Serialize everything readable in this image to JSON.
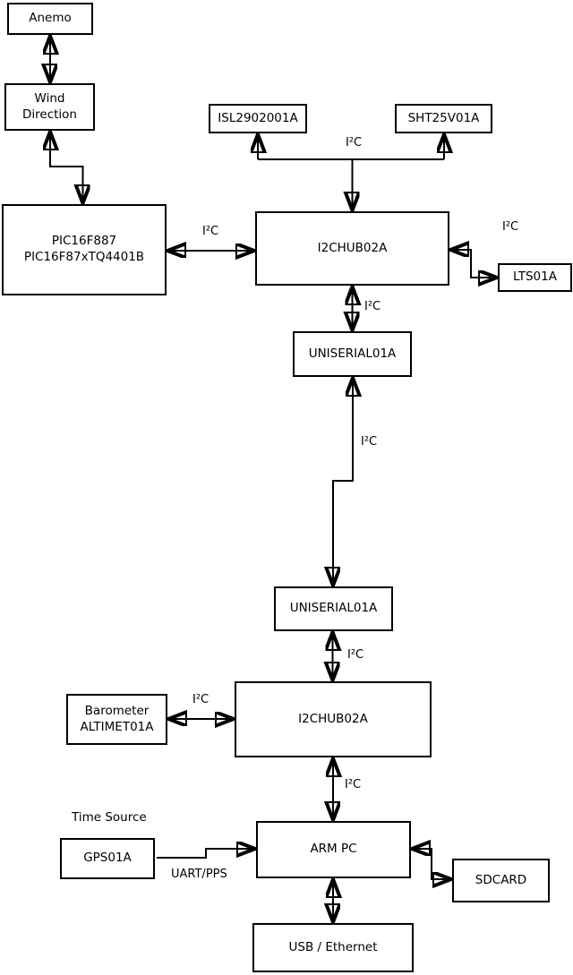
{
  "diagram": {
    "colors": {
      "background": "#ffffff",
      "line": "#000000",
      "node_fill": "#ffffff",
      "node_border": "#000000"
    },
    "nodes": {
      "anemo": {
        "label": "Anemo"
      },
      "wind": {
        "label": "Wind\nDirection"
      },
      "pic": {
        "label": "PIC16F887\nPIC16F87xTQ4401B"
      },
      "isl": {
        "label": "ISL2902001A"
      },
      "sht": {
        "label": "SHT25V01A"
      },
      "hub1": {
        "label": "I2CHUB02A"
      },
      "lts": {
        "label": "LTS01A"
      },
      "uniserial1": {
        "label": "UNISERIAL01A"
      },
      "uniserial2": {
        "label": "UNISERIAL01A"
      },
      "hub2": {
        "label": "I2CHUB02A"
      },
      "barometer": {
        "label": "Barometer\nALTIMET01A"
      },
      "gps": {
        "label": "GPS01A"
      },
      "armpc": {
        "label": "ARM PC"
      },
      "sdcard": {
        "label": "SDCARD"
      },
      "usbeth": {
        "label": "USB / Ethernet"
      }
    },
    "edge_labels": {
      "pic_hub1": "I²C",
      "sensor_bus": "I²C",
      "hub1_lts": "I²C",
      "hub1_uniserial1": "I²C",
      "uniserial_link": "I²C",
      "uniserial2_hub2": "I²C",
      "barometer_hub2": "I²C",
      "hub2_armpc": "I²C",
      "gps_armpc": "UART/PPS"
    },
    "annotations": {
      "time_source": "Time Source"
    }
  }
}
